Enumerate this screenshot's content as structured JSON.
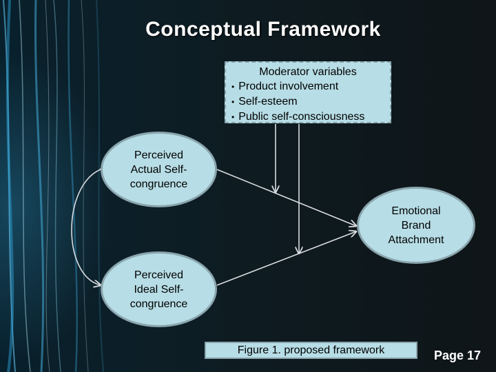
{
  "slide": {
    "title": "Conceptual Framework",
    "page_label": "Page 17"
  },
  "moderator": {
    "heading": "Moderator variables",
    "items": [
      "Product  involvement",
      "Self-esteem",
      "Public self-consciousness"
    ]
  },
  "nodes": {
    "actual": [
      "Perceived",
      "Actual Self-",
      "congruence"
    ],
    "ideal": [
      "Perceived",
      "Ideal Self-",
      "congruence"
    ],
    "emotional": [
      "Emotional",
      "Brand",
      "Attachment"
    ]
  },
  "caption": "Figure 1. proposed framework",
  "colors": {
    "box_fill": "#b7dde6",
    "box_border": "#8aa5ad",
    "arrow": "#d9dde0",
    "title_text": "#ffffff",
    "background": "#0e1a1f"
  }
}
